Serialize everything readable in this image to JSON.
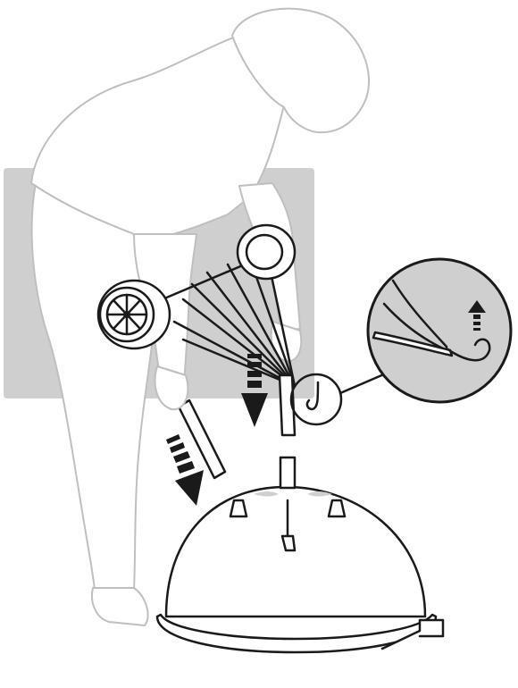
{
  "figure": {
    "background": "#ffffff",
    "panel_color": "#cfcfcf",
    "ink_color": "#1a1a1a",
    "ghost_color": "#bfbfbf",
    "arrow_color": "#1a1a1a"
  },
  "icons": [
    "person-outline",
    "wheel-icon",
    "leg-frame",
    "grill-bowl-icon",
    "down-arrow-icon",
    "up-arrow-icon",
    "magnifier-callout"
  ]
}
